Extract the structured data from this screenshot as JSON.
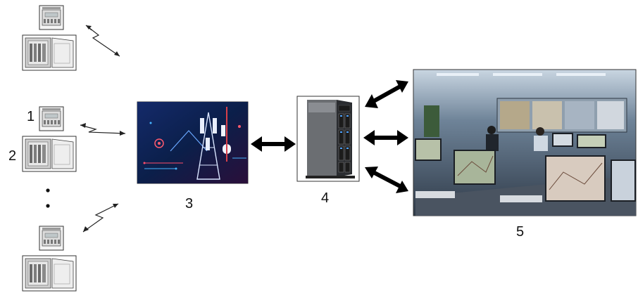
{
  "labels": {
    "meter": "1",
    "cabinet": "2",
    "base_station": "3",
    "server": "4",
    "control_center": "5"
  },
  "colors": {
    "arrow": "#000000",
    "zigzag": "#222222",
    "station_bg": "#0b1f4a",
    "control_bg": "#5b6f86"
  }
}
